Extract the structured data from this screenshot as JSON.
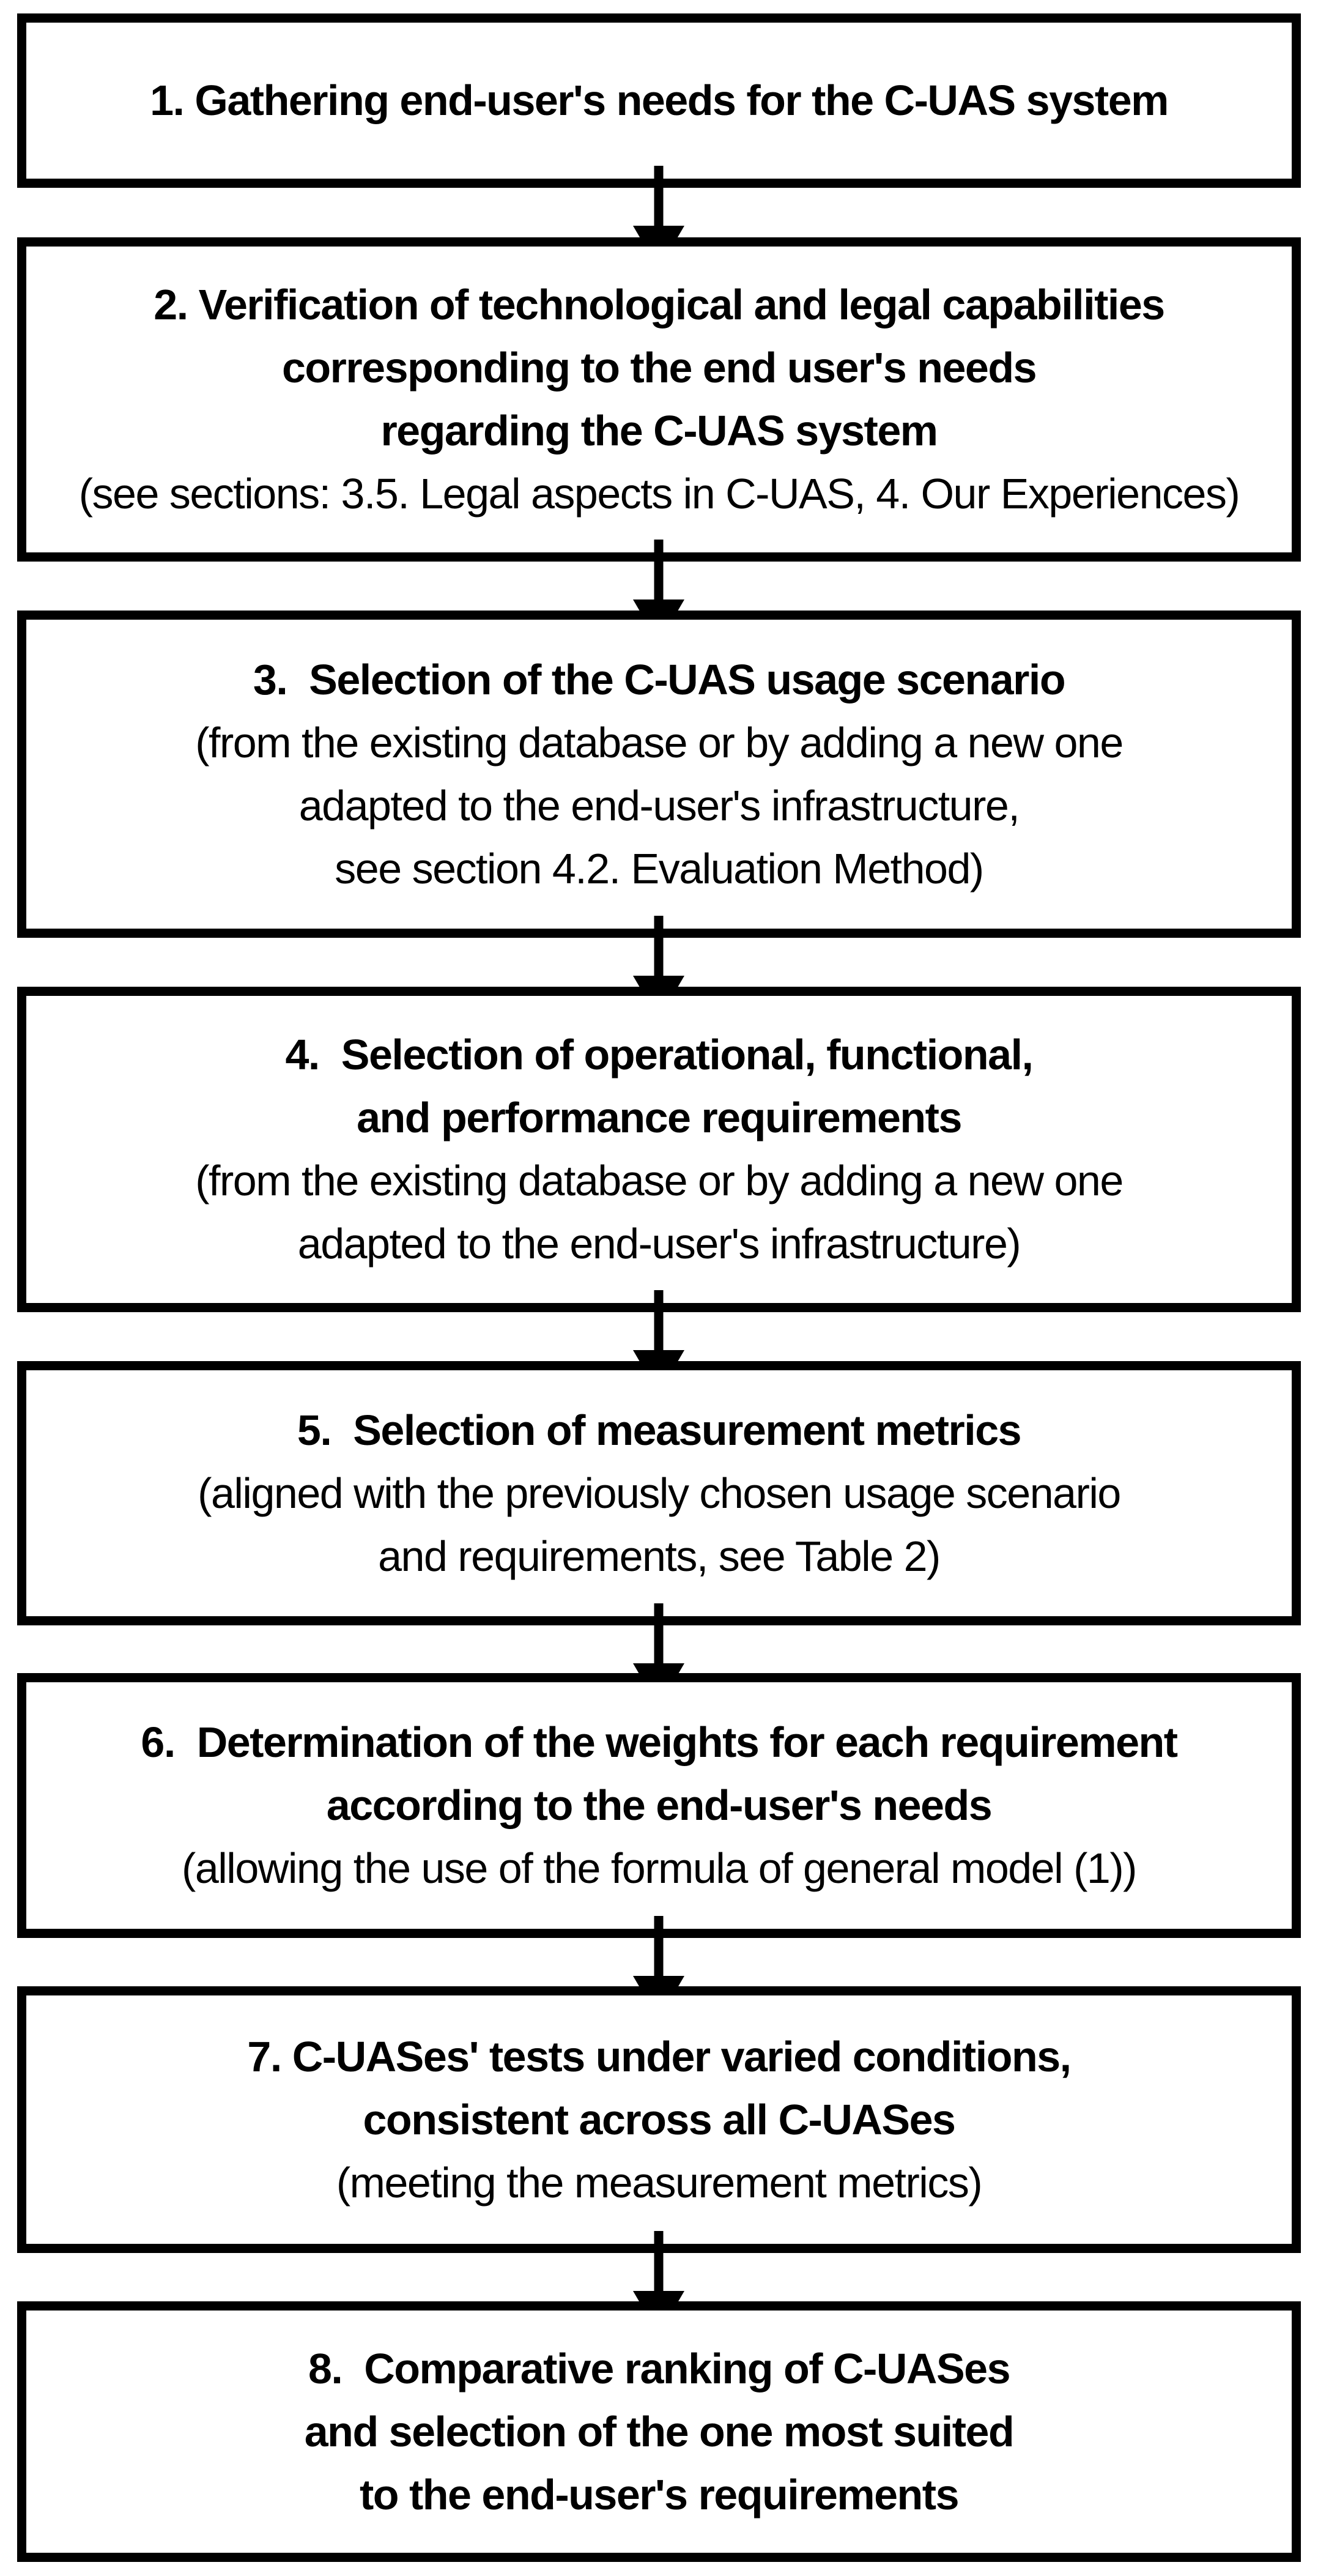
{
  "figure": {
    "type": "flowchart",
    "orientation": "vertical",
    "background_color": "#ffffff",
    "box_border_color": "#000000",
    "text_color": "#000000",
    "arrow_color": "#000000"
  },
  "steps": [
    {
      "id": "1",
      "lines": [
        "1. Gathering end-user's needs for the C-UAS system"
      ]
    },
    {
      "id": "2",
      "lines": [
        "2. Verification of technological and legal capabilities",
        "corresponding to the end user's needs",
        "regarding the C-UAS system",
        "(see sections: 3.5. Legal aspects in C-UAS, 4. Our Experiences)"
      ]
    },
    {
      "id": "3",
      "lines": [
        "3.  Selection of the C-UAS usage scenario",
        "(from the existing database or by adding a new one",
        "adapted to the end-user's infrastructure,",
        "see section 4.2. Evaluation Method)"
      ]
    },
    {
      "id": "4",
      "lines": [
        "4.  Selection of operational, functional,",
        "and performance requirements",
        "(from the existing database or by adding a new one",
        "adapted to the end-user's infrastructure)"
      ]
    },
    {
      "id": "5",
      "lines": [
        "5.  Selection of measurement metrics",
        "(aligned with the previously chosen usage scenario",
        "and requirements, see Table 2)"
      ]
    },
    {
      "id": "6",
      "lines": [
        "6.  Determination of the weights for each requirement",
        "according to the end-user's needs",
        "(allowing the use of the formula of general model (1))"
      ]
    },
    {
      "id": "7",
      "lines": [
        "7. C-UASes' tests under varied conditions,",
        "consistent across all C-UASes",
        "(meeting the measurement metrics)"
      ]
    },
    {
      "id": "8",
      "lines": [
        "8.  Comparative ranking of C-UASes",
        "and selection of the one most suited",
        "to the end-user's requirements"
      ]
    }
  ]
}
